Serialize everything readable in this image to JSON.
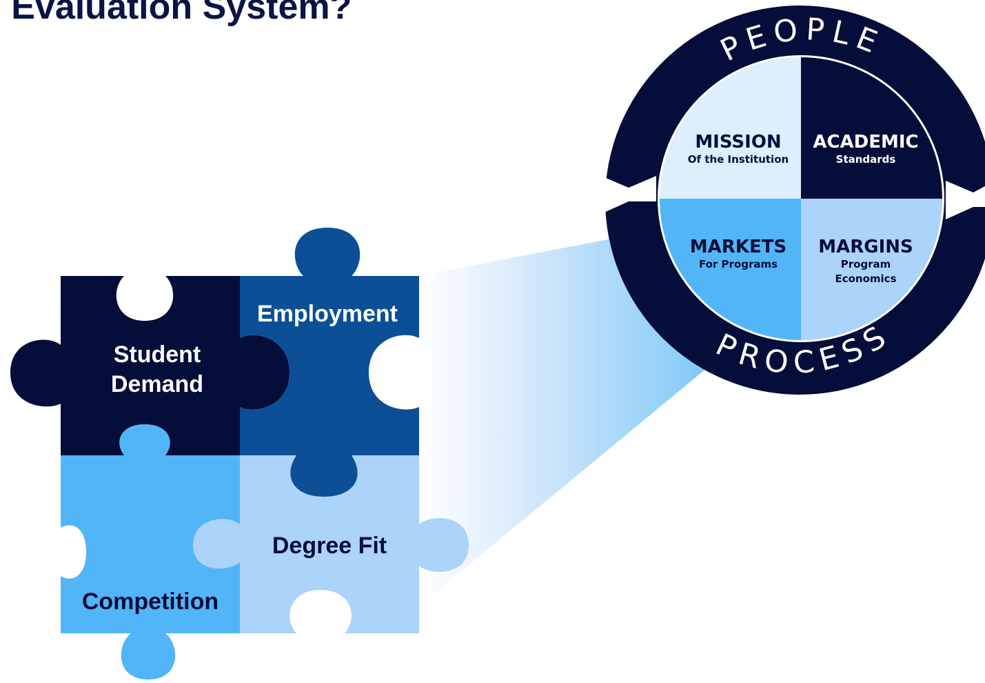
{
  "title": "n Evaluation System?",
  "colors": {
    "navy": "#050d3a",
    "dark_blue": "#0d4f96",
    "sky_blue": "#52b5f7",
    "light_blue": "#acd3fa",
    "pale_blue": "#ddeefc",
    "white": "#ffffff"
  },
  "puzzle": {
    "student_demand": {
      "line1": "Student",
      "line2": "Demand"
    },
    "employment": "Employment",
    "competition": "Competition",
    "degree_fit": "Degree Fit"
  },
  "wheel": {
    "ring_top": "PEOPLE",
    "ring_bottom": "PROCESS",
    "quadrants": {
      "mission": {
        "title": "MISSION",
        "line1": "Of the Institution",
        "line2": ""
      },
      "academic": {
        "title": "ACADEMIC",
        "line1": "Standards",
        "line2": ""
      },
      "markets": {
        "title": "MARKETS",
        "line1": "For Programs",
        "line2": ""
      },
      "margins": {
        "title": "MARGINS",
        "line1": "Program",
        "line2": "Economics"
      }
    }
  }
}
